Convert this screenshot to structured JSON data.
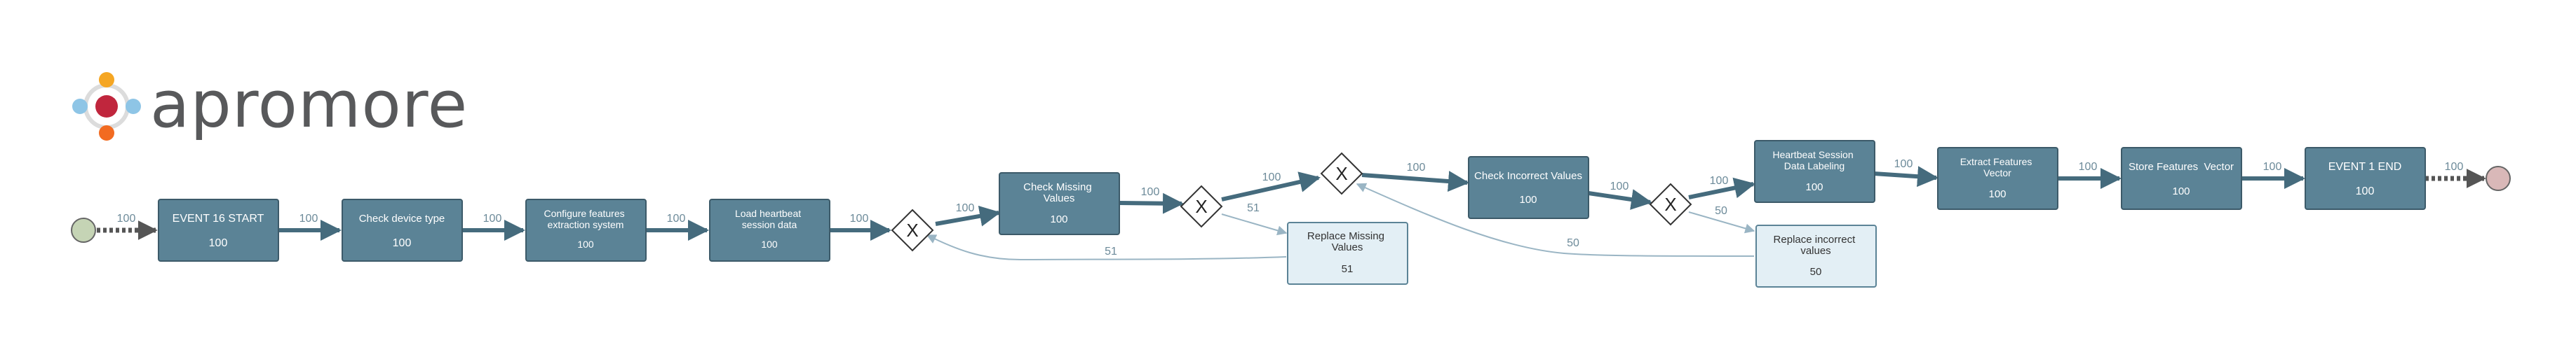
{
  "brand": {
    "name": "apromore"
  },
  "colors": {
    "task_fill": "#5b8396",
    "task_stroke": "#3c5a69",
    "minor_fill": "#e3eff5",
    "minor_stroke": "#5b8396",
    "main_edge": "#456b7d",
    "minor_edge": "#9ab5c4",
    "start_fill": "#c5d4b5",
    "end_fill": "#d9b8b8"
  },
  "nodes": {
    "t1": {
      "label": "EVENT 16 START",
      "count": "100"
    },
    "t2": {
      "label": "Check device type",
      "count": "100"
    },
    "t3": {
      "label": "Configure features extraction system",
      "count": "100"
    },
    "t4": {
      "label": "Load heartbeat session data",
      "count": "100"
    },
    "t5": {
      "label": "Check Missing Values",
      "count": "100"
    },
    "t6": {
      "label": "Replace Missing Values",
      "count": "51"
    },
    "t7": {
      "label": "Check Incorrect Values",
      "count": "100"
    },
    "t8": {
      "label": "Replace incorrect values",
      "count": "50"
    },
    "t9": {
      "label": "Heartbeat Session Data Labeling",
      "count": "100"
    },
    "t10": {
      "label": "Extract Features Vector",
      "count": "100"
    },
    "t11": {
      "label": "Store Features  Vector",
      "count": "100"
    },
    "t12": {
      "label": "EVENT 1 END",
      "count": "100"
    },
    "gateway_symbol": "X"
  },
  "edges": {
    "e_start": "100",
    "e1": "100",
    "e2": "100",
    "e3": "100",
    "e4": "100",
    "e5": "100",
    "e6": "100",
    "e7": "51",
    "e8": "51",
    "e9": "100",
    "e10": "100",
    "e11": "100",
    "e12": "50",
    "e13": "50",
    "e14": "100",
    "e15": "100",
    "e16": "100",
    "e17": "100",
    "e_end": "100"
  }
}
